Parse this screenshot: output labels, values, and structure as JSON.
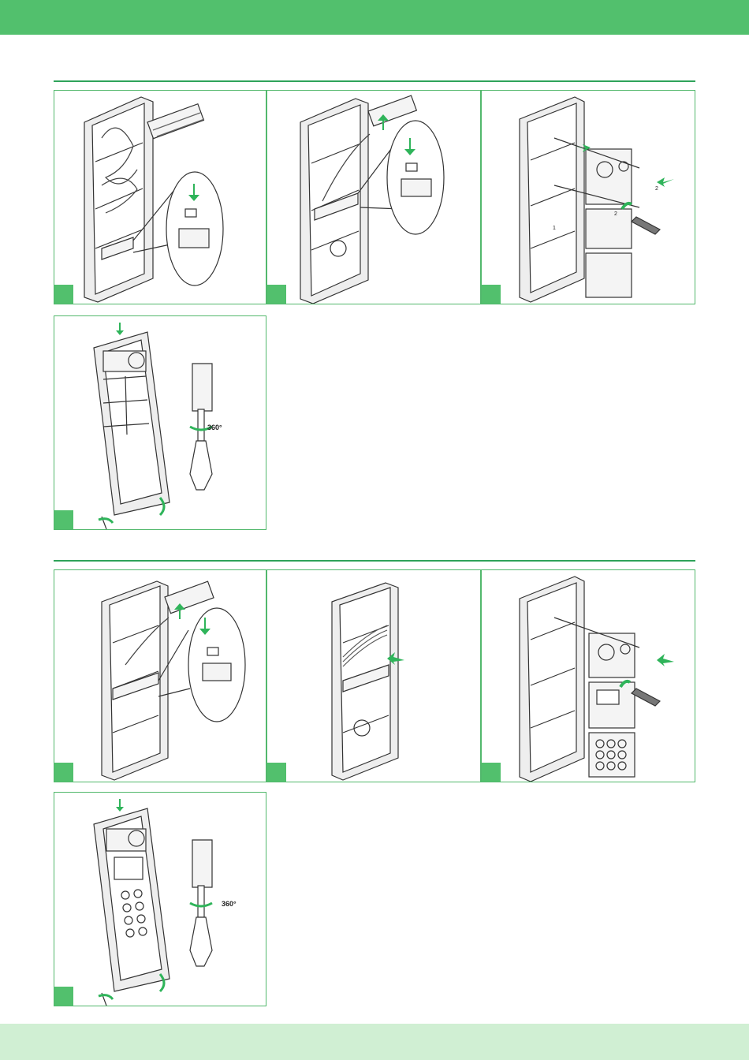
{
  "colors": {
    "header_green": "#52c06d",
    "footer_green": "#d0efd3",
    "rule_green": "#2fa35a",
    "border_green": "#52b86c",
    "arrow_green": "#2fb45a"
  },
  "section1": {
    "panels": [
      {
        "callouts": []
      },
      {
        "callouts": []
      },
      {
        "callouts": [
          "1",
          "2",
          "2"
        ]
      },
      {
        "rotation_label": "360°"
      }
    ]
  },
  "section2": {
    "panels": [
      {
        "callouts": []
      },
      {
        "callouts": []
      },
      {
        "callouts": []
      },
      {
        "rotation_label": "360°"
      }
    ]
  }
}
